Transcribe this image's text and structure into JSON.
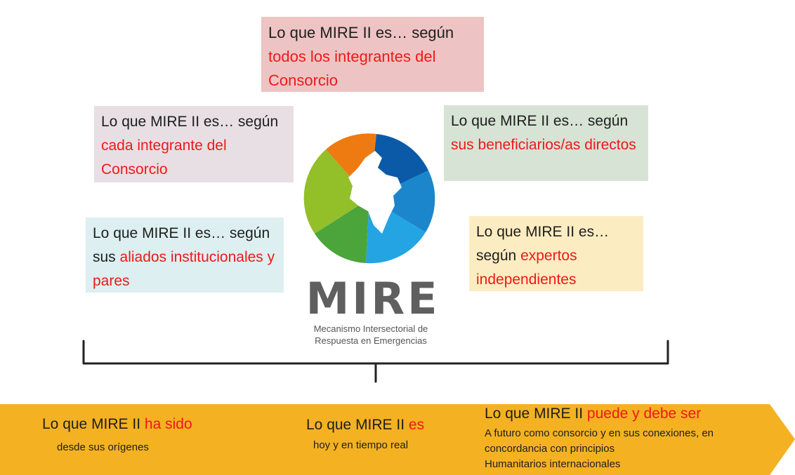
{
  "boxes": {
    "top": {
      "prefix": "Lo que MIRE II es… según ",
      "highlight": "todos los integrantes del Consorcio"
    },
    "left": {
      "prefix": "Lo que MIRE II es… según ",
      "highlight": "cada integrante del Consorcio"
    },
    "right": {
      "prefix": "Lo que MIRE II es… según ",
      "highlight": "sus beneficiarios/as directos"
    },
    "allies": {
      "prefix": "Lo que MIRE II es… según sus ",
      "highlight": "aliados institucionales y pares"
    },
    "experts": {
      "prefix": "Lo que MIRE II es… según ",
      "highlight": "expertos independientes"
    }
  },
  "logo": {
    "word": "MIRE",
    "subtitle_line1": "Mecanismo Intersectorial de",
    "subtitle_line2": "Respuesta en Emergencias"
  },
  "timeline": {
    "past": {
      "prefix": "Lo que MIRE II ",
      "highlight": "ha sido",
      "sub": "desde sus orígenes"
    },
    "present": {
      "prefix": "Lo que MIRE II ",
      "highlight": "es",
      "sub": "hoy y en tiempo real"
    },
    "future": {
      "prefix": "Lo que MIRE II ",
      "highlight": "puede y debe ser",
      "sub_line1": "A futuro como consorcio y en sus conexiones, en",
      "sub_line2": "concordancia con principios",
      "sub_line3": "Humanitarios internacionales"
    }
  },
  "colors": {
    "highlight": "#f01818",
    "arrow": "#f4b222",
    "logo_orange": "#ee7a12",
    "logo_darkblue": "#0b5aa8",
    "logo_blue": "#1b86cc",
    "logo_lightblue": "#24a4e2",
    "logo_green": "#4ca53a",
    "logo_yellowgreen": "#93bf29"
  }
}
